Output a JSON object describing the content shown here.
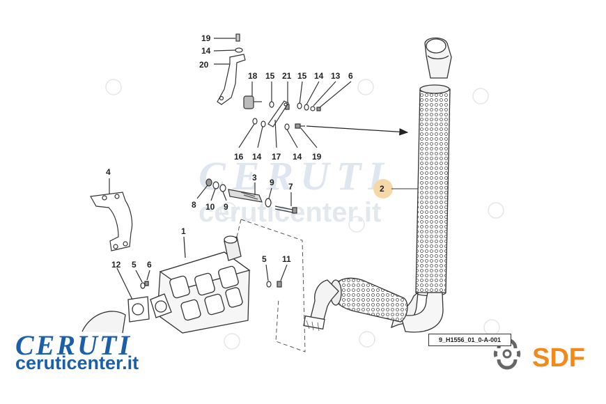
{
  "watermark": {
    "line1": "CERUTI",
    "line2": "ceruticenter.it"
  },
  "reference_code": "9_H1556_01_0-A-001",
  "branding": {
    "ceruti_logo": "CERUTI",
    "ceruti_url": "ceruticenter.it",
    "sdf_logo": "SDF"
  },
  "colors": {
    "ceruti_blue": "#1b5fa8",
    "sdf_orange": "#f08a1c",
    "highlight": "#f5d7a8"
  },
  "callouts": {
    "c19_top": "19",
    "c14_top": "14",
    "c20": "20",
    "c18": "18",
    "c15_a": "15",
    "c21": "21",
    "c15_b": "15",
    "c14_b": "14",
    "c13": "13",
    "c6_top": "6",
    "c16": "16",
    "c14_c": "14",
    "c17": "17",
    "c14_d": "14",
    "c19_mid": "19",
    "c2": "2",
    "c4": "4",
    "c3": "3",
    "c8": "8",
    "c10": "10",
    "c9_a": "9",
    "c9_b": "9",
    "c7": "7",
    "c1": "1",
    "c12": "12",
    "c5_a": "5",
    "c6_b": "6",
    "c5_b": "5",
    "c11": "11"
  }
}
